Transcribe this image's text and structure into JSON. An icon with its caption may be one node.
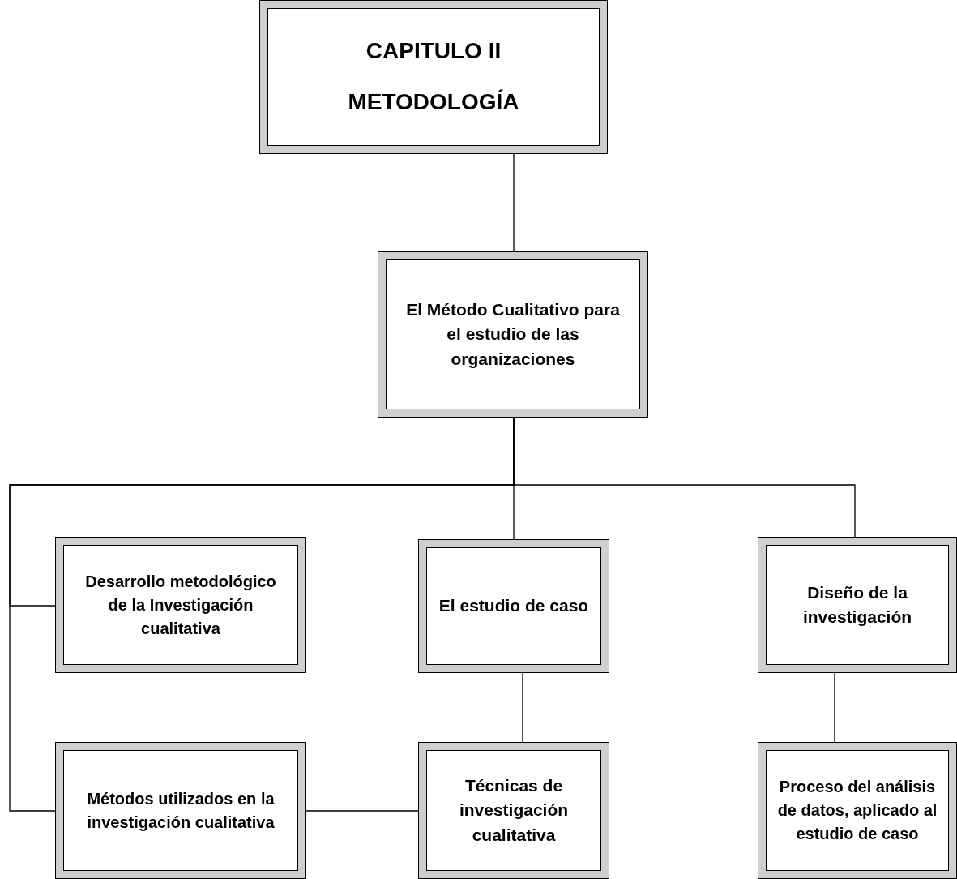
{
  "diagram": {
    "nodes": [
      {
        "text": [
          "CAPITULO II",
          "METODOLOGÍA"
        ]
      },
      {
        "text": [
          "El Método Cualitativo para el estudio de las organizaciones"
        ]
      },
      {
        "text": [
          "Desarrollo metodológico de la Investigación cualitativa"
        ]
      },
      {
        "text": [
          "El estudio de caso"
        ]
      },
      {
        "text": [
          "Diseño de la investigación"
        ]
      },
      {
        "text": [
          "Métodos utilizados en la investigación cualitativa"
        ]
      },
      {
        "text": [
          "Técnicas de investigación cualitativa"
        ]
      },
      {
        "text": [
          "Proceso del análisis de datos, aplicado al estudio de caso"
        ]
      }
    ],
    "edges": [
      {
        "from": 0,
        "to": 1,
        "arrow": "none"
      },
      {
        "from": 1,
        "to": 2,
        "arrow": "none"
      },
      {
        "from": 1,
        "to": 3,
        "arrow": "none"
      },
      {
        "from": 1,
        "to": 4,
        "arrow": "none"
      },
      {
        "from": 1,
        "to": 5,
        "arrow": "none"
      },
      {
        "from": 3,
        "to": 6,
        "arrow": "none"
      },
      {
        "from": 5,
        "to": 6,
        "arrow": "none"
      },
      {
        "from": 4,
        "to": 7,
        "arrow": "none"
      }
    ]
  }
}
